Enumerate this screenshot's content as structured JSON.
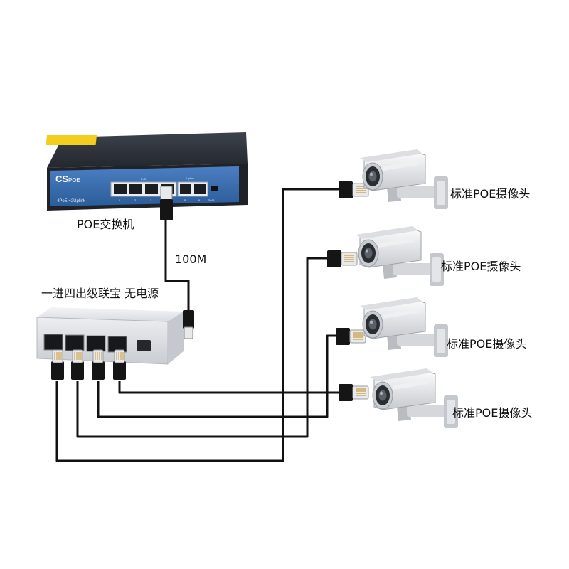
{
  "poe_switch": {
    "caption": "POE交换机",
    "brand": "CS",
    "model": "POE",
    "panel_text": "4PoE +2Uplink",
    "group_label_poe": "PoE",
    "group_label_uplink": "Uplink",
    "port_labels": [
      "1",
      "2",
      "3",
      "4",
      "5",
      "6"
    ],
    "power_label": "PWR"
  },
  "uplink_label": "100M",
  "extender": {
    "caption": "一进四出级联宝 无电源"
  },
  "cameras": [
    {
      "label": "标准POE摄像头"
    },
    {
      "label": "标准POE摄像头"
    },
    {
      "label": "标准POE摄像头"
    },
    {
      "label": "标准POE摄像头"
    }
  ],
  "colors": {
    "switch_body": "#2b3038",
    "switch_panel": "#3a6fb0",
    "warning_sticker": "#f2cf1f",
    "extender_body": "#e4e6ea",
    "camera_body": "#eceef0",
    "cable": "#111111"
  }
}
